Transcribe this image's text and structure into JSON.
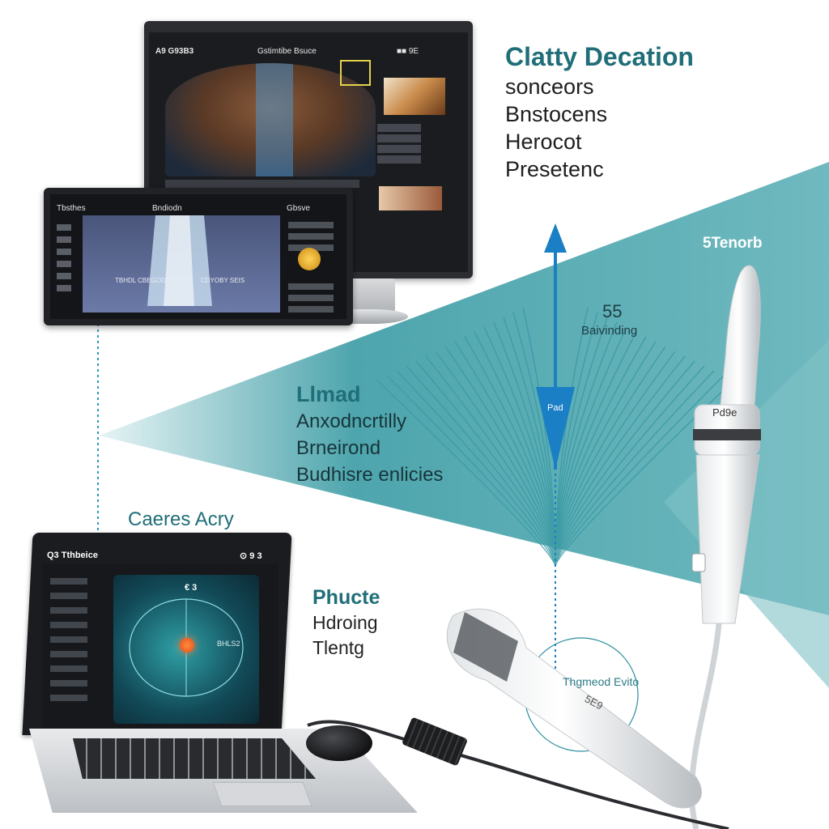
{
  "blocks": {
    "top_right": {
      "title": "Clatty Decation",
      "lines": [
        "sonceors",
        "Bnstocens",
        "Herocot",
        "Presetenc"
      ]
    },
    "middle": {
      "title": "Llmad",
      "lines": [
        "Anxodncrtilly",
        "Brneirond",
        "Budhisre enlicies"
      ]
    },
    "lower": {
      "title": "Phucte",
      "lines": [
        "Hdroing",
        "Tlentg"
      ]
    }
  },
  "labels": {
    "caeres": "Caeres Acry",
    "probe_top": "5Tenorb",
    "beam_value": "55",
    "beam_caption": "Baivinding",
    "pad": "Pad",
    "probe_badge": "Pd9e",
    "lower_probe": "Thgmeod Evito",
    "lower_probe_code": "5E9"
  },
  "screens": {
    "monitor": {
      "left_tag": "A9 G93B3",
      "title": "Gstimtibe  Bsuce",
      "right_tag": "■■ 9E"
    },
    "tablet": {
      "left_tag": "Tbsthes",
      "title": "Bndiodn",
      "right_tag": "Gbsve",
      "view_left": "TBHDL CBEGOD",
      "view_right": "CDYOBY SEIS"
    },
    "laptop": {
      "title": "Q3 Tthbeice",
      "top_right": "⊙ 9 3",
      "view_tag": "€ 3",
      "view_mid": "BHLS2"
    }
  },
  "colors": {
    "teal_accent": "#1f6e78",
    "beam_blue": "#1a7fc4",
    "beam_gradient_start": "#cfeaec",
    "beam_gradient_end": "#3f9ea6"
  },
  "icons": [
    "up-arrow-icon",
    "down-arrow-icon",
    "probe-icon",
    "wave-icon"
  ]
}
